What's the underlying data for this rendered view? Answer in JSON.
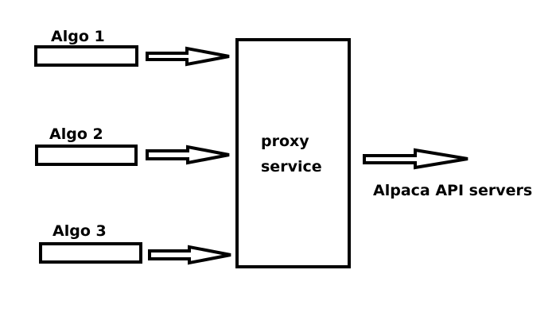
{
  "diagram": {
    "algos": [
      {
        "label": "Algo 1"
      },
      {
        "label": "Algo 2"
      },
      {
        "label": "Algo 3"
      }
    ],
    "proxy": {
      "line1": "proxy",
      "line2": "service"
    },
    "target": {
      "label": "Alpaca API servers"
    },
    "colors": {
      "stroke": "#000000",
      "fill": "#ffffff",
      "text": "#000000"
    }
  }
}
